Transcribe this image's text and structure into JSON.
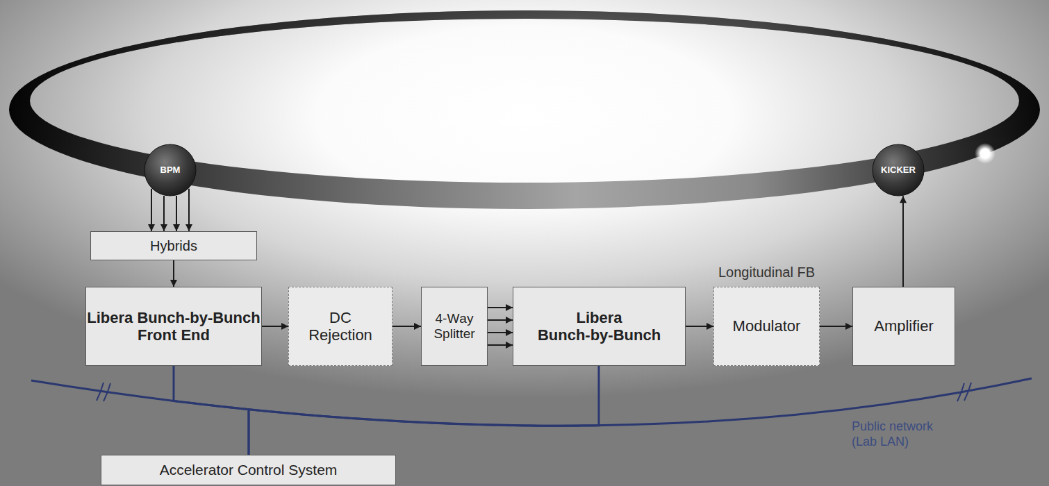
{
  "diagram": {
    "nodes": [
      {
        "text": [
          "BPM"
        ]
      },
      {
        "text": [
          "KICKER"
        ]
      },
      {
        "text": [
          "Hybrids"
        ]
      },
      {
        "text": [
          "Libera Bunch-by-Bunch Front End"
        ]
      },
      {
        "text": [
          "DC Rejection"
        ]
      },
      {
        "text": [
          "4-Way Splitter"
        ]
      },
      {
        "text": [
          "Libera Bunch-by-Bunch"
        ]
      },
      {
        "text": [
          "Longitudinal FB",
          "Modulator"
        ]
      },
      {
        "text": [
          "Amplifier"
        ]
      },
      {
        "text": [
          "Accelerator Control System"
        ]
      }
    ],
    "edges": [
      {
        "from": 0,
        "to": 2,
        "arrow": "to"
      },
      {
        "from": 2,
        "to": 3,
        "arrow": "to"
      },
      {
        "from": 3,
        "to": 4,
        "arrow": "to"
      },
      {
        "from": 4,
        "to": 5,
        "arrow": "to"
      },
      {
        "from": 5,
        "to": 6,
        "arrow": "to"
      },
      {
        "from": 6,
        "to": 7,
        "arrow": "to"
      },
      {
        "from": 7,
        "to": 8,
        "arrow": "to"
      },
      {
        "from": 8,
        "to": 1,
        "arrow": "to"
      },
      {
        "from": 3,
        "to": 9,
        "arrow": "none"
      },
      {
        "from": 6,
        "to": 9,
        "arrow": "none"
      }
    ],
    "labels": [
      "Public network (Lab LAN)"
    ]
  }
}
